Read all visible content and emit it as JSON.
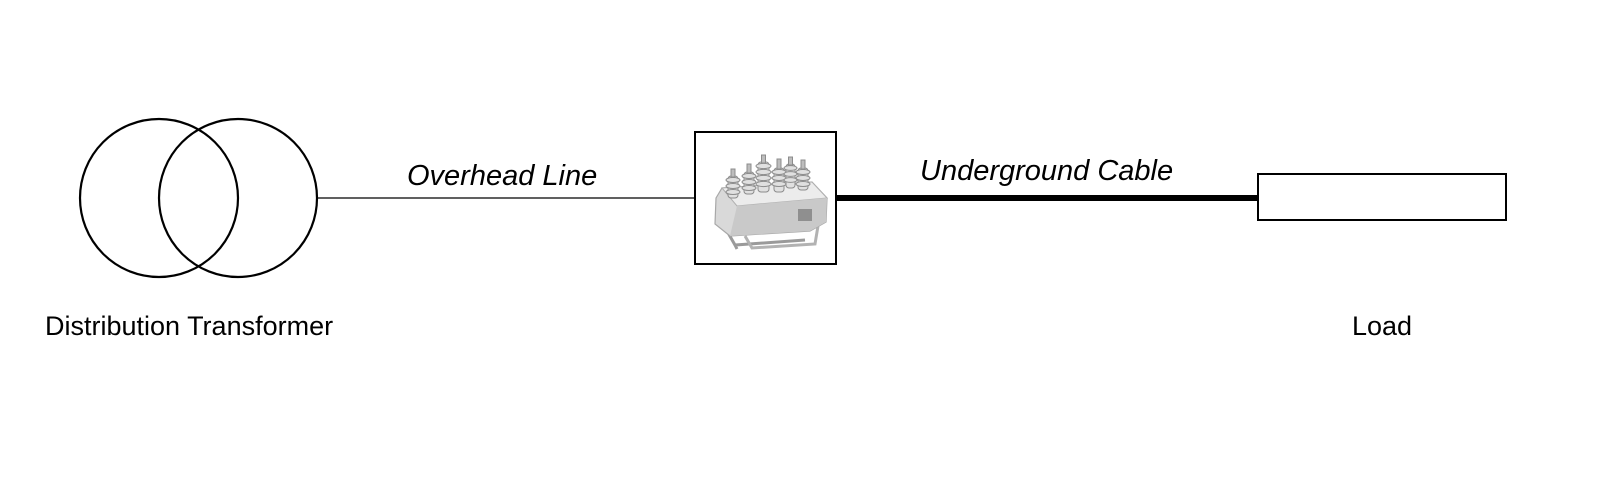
{
  "diagram": {
    "labels": {
      "distribution_transformer": "Distribution Transformer",
      "overhead_line": "Overhead Line",
      "underground_cable": "Underground Cable",
      "load": "Load"
    },
    "components": {
      "transformer_symbol": "two-overlapping-circles",
      "overhead_line_style": "thin-line",
      "recloser_icon": "pole-mounted-recloser-device-icon",
      "underground_cable_style": "thick-line",
      "load_symbol": "rectangle"
    },
    "colors": {
      "stroke": "#000000",
      "background": "#ffffff",
      "device_body": "#d9d9d9",
      "device_shadow": "#a8a8a8"
    }
  }
}
